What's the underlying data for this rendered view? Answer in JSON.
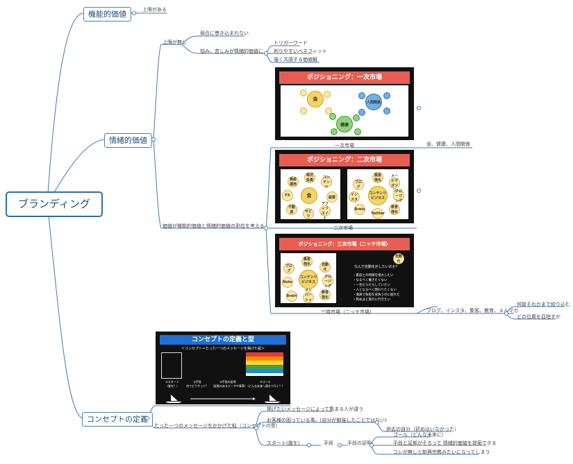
{
  "root": "ブランディング",
  "functional_value": {
    "label": "機能的価値",
    "note": "上限がある"
  },
  "emotional_value": {
    "label": "情緒的価値",
    "no_limit": "上限が無し",
    "no_competition": "競合に巻き込まれない",
    "pain_to_emotional": "悩み、苦しみが情緒的価値に",
    "trigger_word": "トリガーワード",
    "easy_benefit": "判りやすいベネフィット",
    "strong_value": "強く共感する価値観",
    "thinking": "価値が機能的価値と情緒的価値の割合を考える",
    "slides": [
      {
        "banner": "ポジショニング：一次市場",
        "caption": "一次市場",
        "bubbles": [
          "金",
          "人間関係",
          "健康"
        ]
      },
      {
        "banner": "ポジショニング：二次市場",
        "caption": "二次市場",
        "left": [
          "金",
          "資産運用",
          "株式投資",
          "コンテンツ",
          "FX",
          "不動産",
          "副業",
          "アフィリエイト",
          "せどり"
        ],
        "right": [
          "コンテンツビジネス",
          "ブログ",
          "集客強化",
          "メールマガジン",
          "クロージング",
          "教育強化",
          "Twitter",
          "Brain",
          "インスタ"
        ]
      },
      {
        "banner": "ポジショニング：三次市場（ニッチ市場）",
        "caption": "三時市場（ニッチ市場）",
        "left": [
          "コンテンツビジネス",
          "ブログ",
          "集客強化",
          "自動化",
          "クロージング",
          "教育強化",
          "Note",
          "Brain",
          "メンバーシップ"
        ],
        "question_tag": "自動化",
        "question": "なんで自動化がしたいのか？",
        "bullets": [
          "・家族との時間を増大したい",
          "・なるべく働きたくない",
          "・一生だらだらしていたい",
          "・人となるべく関わりたくない",
          "・満員で負担を背負うのに疲れた",
          "・死ぬほど旅行に行きたい"
        ]
      }
    ],
    "market1_items": "金、健康、人間関係",
    "market3_items": "ブログ、インスタ、集客、教育、メルマガ",
    "narrow_down": "何故それかまで絞り込む",
    "position": "どの位置を目指すか"
  },
  "concept": {
    "label": "コンセプトの定義",
    "slide": {
      "title": "コンセプトの定義と型",
      "sub": "＜コンセプト＝たった一つのメッセージを掲げた船＞",
      "cols": [
        "①スタート\n（誰を？）",
        "②手段\n何でどうやって？",
        "③手段の証明\n（証拠のあるデータや事実）",
        "④ゴール\n（どんな未来へ連れて行く？）"
      ]
    },
    "one_message": "たった一つのメッセージをかかげた船（コンセプトの型）",
    "gather": "掲げたいメッセージによって集まる人が違う",
    "customer_problem": "お客様の困っている事。(自分が勉強したことではない)",
    "past_self": "過去の自分（初めはいなかった）",
    "goal": "ゴール（どんな未来に）",
    "method_proof_text": "手段と証拠がそろって 情緒的価値を提案できる",
    "start": "スタート(誰を)",
    "method": "手段",
    "method_proof": "手段の証明",
    "no_proof": "コレが無しと新興宗教みたいになってしまう"
  }
}
